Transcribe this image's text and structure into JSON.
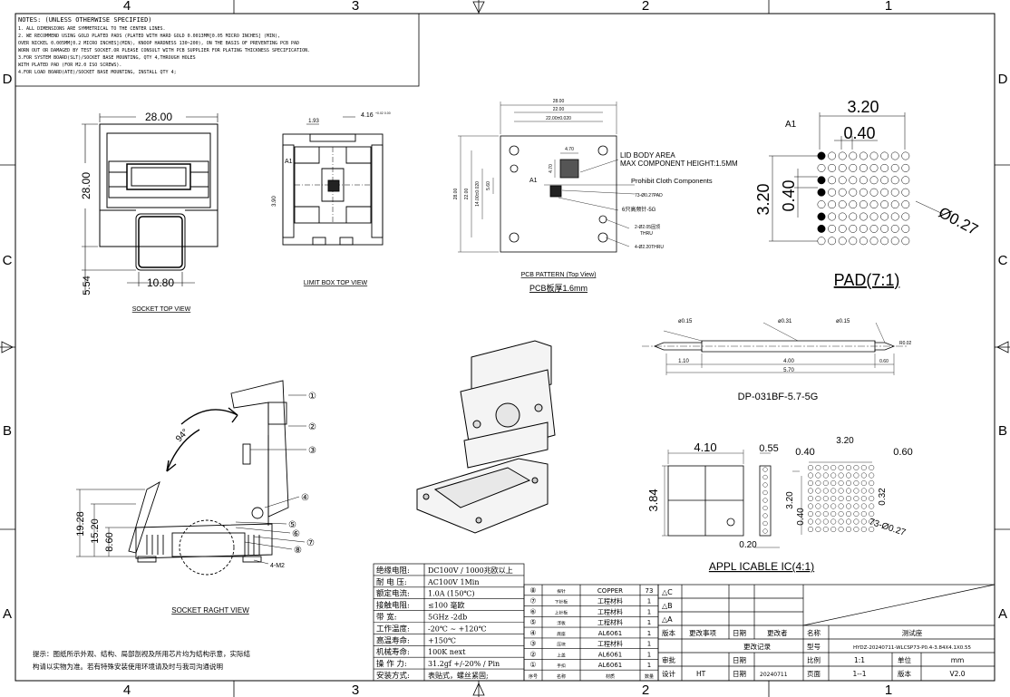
{
  "frame": {
    "col_labels": [
      "4",
      "3",
      "2",
      "1"
    ],
    "row_labels": [
      "D",
      "C",
      "B",
      "A"
    ]
  },
  "notes": {
    "title": "NOTES: (UNLESS OTHERWISE SPECIFIED)",
    "lines": [
      "1. ALL DIMENSIONS ARE SYMMETRICAL TO THE CENTER LINES.",
      "2. WE RECOMMEND USING GOLD PLATED PADS (PLATED WITH HARD GOLD 0.0013MM[0.05 MICRO INCHES] (MIN),",
      "OVER NICKEL 0.005MM[0.2 MICRO INCHES](MIN), KNOOP HARDNESS 130~200), ON THE BASIS OF PREVENTING PCB PAD",
      "WORN OUT OR DAMAGED BY TEST SOCKET.OR PLEASE CONSULT WITH PCB SUPPLIER FOR PLATING THICKNESS SPECIFICATION.",
      "3.FOR SYSTEM BOARD(SLT)/SOCKET BASE MOUNTING, QTY 4,THROUGH HOLES",
      "WITH PLATED PAD (FOR M2.0 ISO SCREWS).",
      "4.FOR LOAD BOARD(ATE)/SOCKET BASE MOUNTING, INSTALL QTY 4;"
    ]
  },
  "socket_top": {
    "width": "28.00",
    "height": "28.00",
    "tab_width": "10.80",
    "tab_height": "5.54",
    "caption": "SOCKET TOP VIEW"
  },
  "limit_box": {
    "dim_a": "1.93",
    "dim_b": "4.16",
    "tol_b": "+0.02 0.00",
    "dim_c": "3.90",
    "a1": "A1",
    "caption": "LIMIT BOX  TOP VIEW"
  },
  "pcb": {
    "dim_top1": "28.00",
    "dim_top2": "22.00",
    "dim_top3": "22.00±0.020",
    "dim_left1": "28.00",
    "dim_left2": "22.00",
    "dim_left3": "14.00±0.020",
    "dim_left4": "5.60",
    "dim_470a": "4.70",
    "dim_470b": "4.70",
    "a1": "A1",
    "lid_line1": "LID BODY AREA",
    "lid_line2": "MAX COMPONENT HEIGHT:1.5MM",
    "prohibit": "Prohibit Cloth Components",
    "pad_note": "73-Ø0.27PAD",
    "probe_note": "6只高频针-5G",
    "hole_note1": "2-Ø2.05固顶",
    "hole_note2": "THRU",
    "hole_note3": "4-Ø2.20THRU",
    "caption1": "PCB PATTERN (Top View)",
    "caption2": "PCB板厚1.6mm"
  },
  "pad": {
    "a1": "A1",
    "dim_pitch_x": "3.20",
    "dim_pitch": "0.40",
    "dim_y": "3.20",
    "dim_y_pitch": "0.40",
    "dia": "Ø0.27",
    "caption": "PAD(7:1)"
  },
  "pin": {
    "d1": "ø0.15",
    "d2": "ø0.31",
    "d3": "ø0.15",
    "r": "R0.02",
    "l1": "1.10",
    "l2": "4.00",
    "l3": "0.60",
    "total": "5.70",
    "caption": "DP-031BF-5.7-5G"
  },
  "ic": {
    "w": "4.10",
    "t": "0.55",
    "h": "3.84",
    "gap": "0.20",
    "bw": "3.20",
    "edge": "0.40",
    "edge2": "0.60",
    "bh": "3.20",
    "pit": "0.40",
    "pit2": "0.32",
    "balls": "73-Ø0.27",
    "caption": "APPL ICABLE IC(4:1)"
  },
  "side": {
    "angle": "94°",
    "h1": "19.28",
    "h2": "15.20",
    "h3": "8.60",
    "screw": "4-M2",
    "caption": "SOCKET RAGHT VIEW",
    "callouts": [
      "①",
      "②",
      "③",
      "④",
      "⑤",
      "⑥",
      "⑦",
      "⑧"
    ]
  },
  "hint": {
    "line1": "提示：图纸所示外观、结构、局部剖视及所用芯片均为结构示意，实际结",
    "line2": "构请以实物为准。若有特殊安装使用环境请及时与我司沟通说明"
  },
  "specs": [
    [
      "绝缘电阻:",
      "DC100V / 1000兆欧以上"
    ],
    [
      "耐 电 压:",
      "AC100V 1Min"
    ],
    [
      "额定电流:",
      "1.0A  (150℃)"
    ],
    [
      "接触电阻:",
      "≤100 毫欧"
    ],
    [
      "带    宽:",
      "5GHz  -2db"
    ],
    [
      "工作温度:",
      "-20℃ ~ +120℃"
    ],
    [
      "高温寿命:",
      "+150℃"
    ],
    [
      "机械寿命:",
      "100K next"
    ],
    [
      "操 作 力:",
      "31.2gf +/-20% / Pin"
    ],
    [
      "安装方式:",
      "表贴式，螺丝紧固;"
    ]
  ],
  "bom": [
    [
      "⑧",
      "探针",
      "COPPER",
      "73"
    ],
    [
      "⑦",
      "下针板",
      "工程材料",
      "1"
    ],
    [
      "⑥",
      "上针板",
      "工程材料",
      "1"
    ],
    [
      "⑤",
      "浮板",
      "工程材料",
      "1"
    ],
    [
      "④",
      "底座",
      "AL6061",
      "1"
    ],
    [
      "③",
      "压块",
      "工程材料",
      "1"
    ],
    [
      "②",
      "上盖",
      "AL6061",
      "1"
    ],
    [
      "①",
      "手扣",
      "AL6061",
      "1"
    ]
  ],
  "bom_header": [
    "序号",
    "名称",
    "材质",
    "数量"
  ],
  "rev": {
    "c": "△C",
    "b": "△B",
    "a": "△A",
    "h_ver": "版本",
    "h_item": "更改事项",
    "h_date": "日期",
    "h_by": "更改者",
    "record": "更改记录",
    "review": "审批",
    "date": "日期",
    "design": "设计",
    "designer": "HT",
    "date2": "日期",
    "date_val": "20240711"
  },
  "title_block": {
    "name_label": "名称",
    "name": "测试座",
    "model_label": "型号",
    "model": "HYDZ-20240711-WLCSP73-P0.4-3.84X4.1X0.55",
    "scale_label": "比例",
    "scale": "1:1",
    "unit_label": "单位",
    "unit": "mm",
    "page_label": "页面",
    "page": "1--1",
    "ver_label": "版本",
    "ver": "V2.0"
  }
}
